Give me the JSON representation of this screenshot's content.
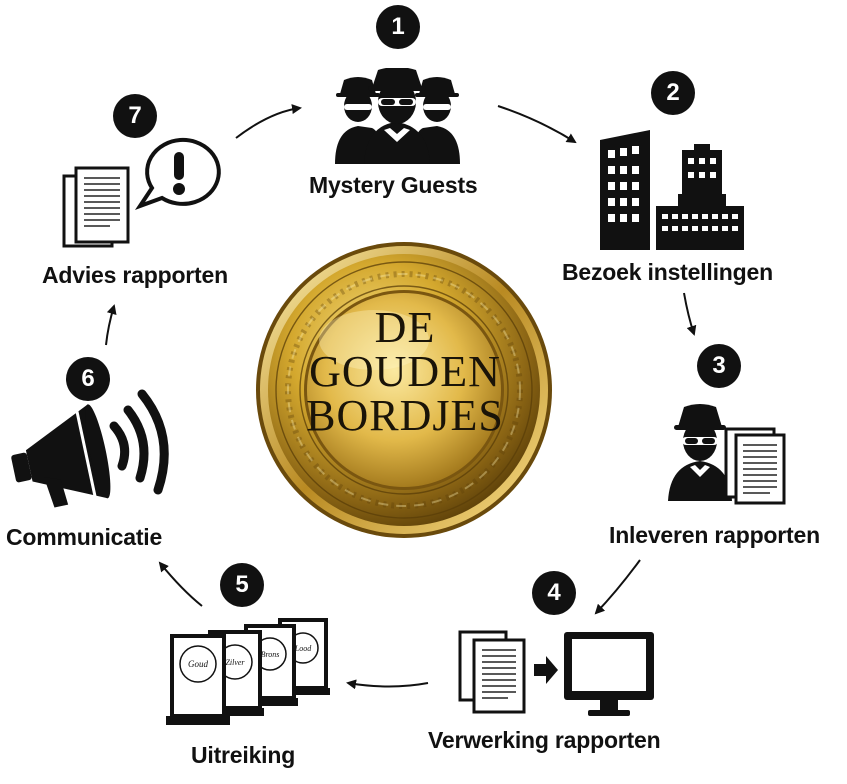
{
  "medal": {
    "lines": [
      "DE",
      "GOUDEN",
      "BORDJES"
    ]
  },
  "steps": [
    {
      "number": "1",
      "label": "Mystery Guests",
      "icon": "mystery-guests-icon"
    },
    {
      "number": "2",
      "label": "Bezoek instellingen",
      "icon": "buildings-icon"
    },
    {
      "number": "3",
      "label": "Inleveren rapporten",
      "icon": "guest-with-report-icon"
    },
    {
      "number": "4",
      "label": "Verwerking rapporten",
      "icon": "report-to-computer-icon"
    },
    {
      "number": "5",
      "label": "Uitreiking",
      "icon": "award-plaques-icon"
    },
    {
      "number": "6",
      "label": "Communicatie",
      "icon": "megaphone-icon"
    },
    {
      "number": "7",
      "label": "Advies rapporten",
      "icon": "report-with-alert-icon"
    }
  ],
  "plaques": [
    "Goud",
    "Zilver",
    "Brons",
    "Lood"
  ],
  "colors": {
    "ink": "#111111",
    "gold_light": "#f6dc78",
    "gold_mid": "#d4a82e",
    "gold_dark": "#7a5610"
  }
}
